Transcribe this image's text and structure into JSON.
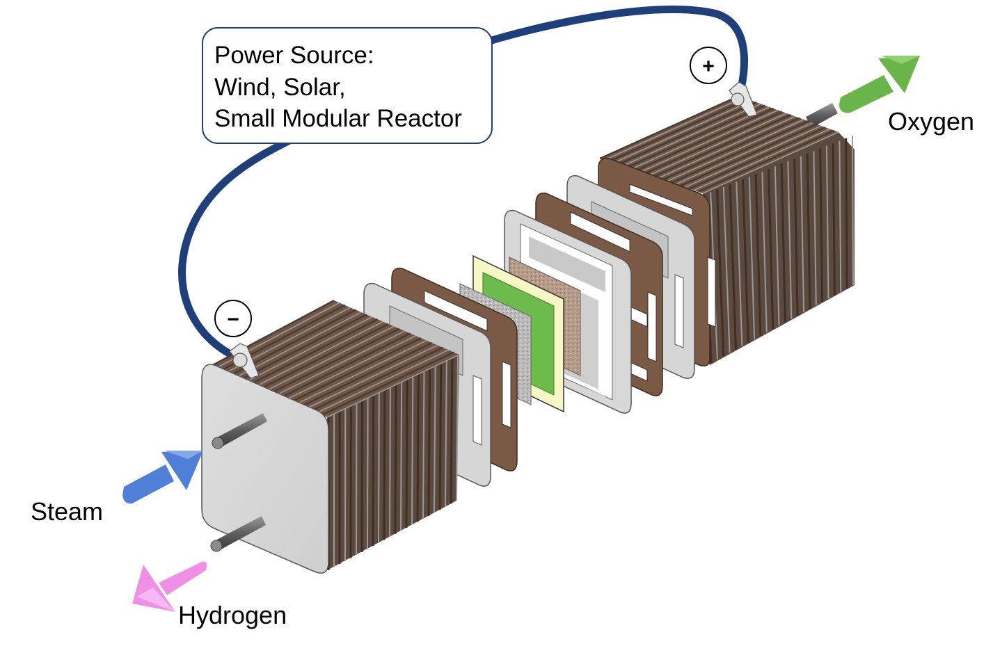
{
  "power_source": {
    "line1": "Power Source:",
    "line2": "Wind, Solar,",
    "line3": "Small Modular Reactor"
  },
  "terminals": {
    "positive": "+",
    "negative": "−"
  },
  "labels": {
    "steam": "Steam",
    "hydrogen": "Hydrogen",
    "oxygen": "Oxygen"
  },
  "colors": {
    "wire": "#1f3f7a",
    "steam_arrow": "#4f7fd6",
    "hydrogen_arrow": "#f08fe6",
    "oxygen_arrow": "#6ab54a",
    "interconnect": "#7a5a44",
    "plate": "#d4d4d4",
    "electrolyte": "#f7f7c6",
    "electrode_green": "#6dbb4d"
  },
  "icons": [
    "steam-arrow-icon",
    "hydrogen-arrow-icon",
    "oxygen-arrow-icon",
    "positive-terminal-icon",
    "negative-terminal-icon"
  ]
}
